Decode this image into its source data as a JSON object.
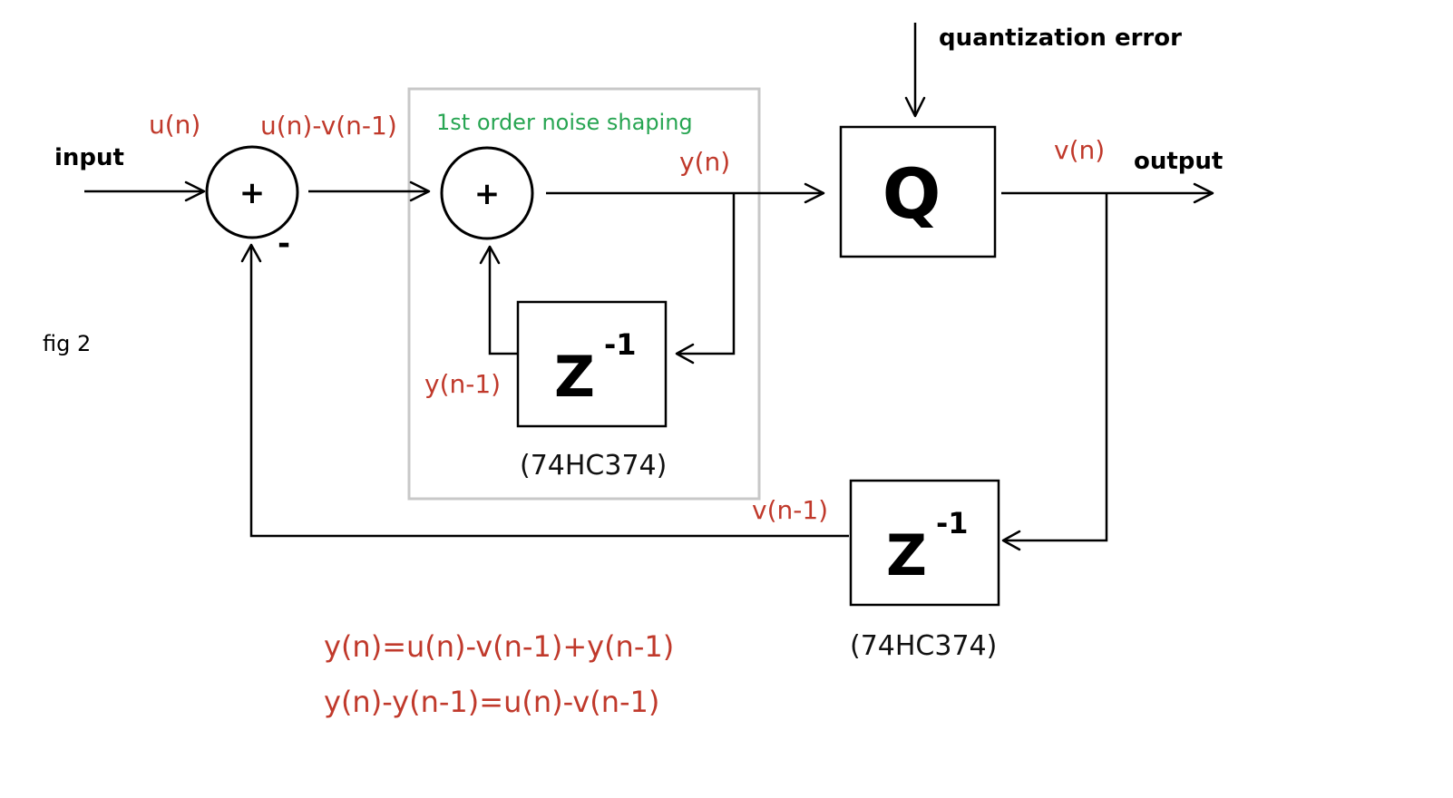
{
  "labels": {
    "input": "input",
    "output": "output",
    "quantization_error": "quantization error",
    "fig": "fig 2",
    "group": "1st order noise shaping"
  },
  "signals": {
    "u": "u(n)",
    "u_minus_v": "u(n)-v(n-1)",
    "y": "y(n)",
    "v": "v(n)",
    "y_prev": "y(n-1)",
    "v_prev": "v(n-1)"
  },
  "blocks": {
    "sum1_sign": "+",
    "sum1_minus": "-",
    "sum2_sign": "+",
    "quantizer": "Q",
    "delay_symbol": "Z",
    "delay_exponent": "-1",
    "delay1_part": "(74HC374)",
    "delay2_part": "(74HC374)"
  },
  "equations": {
    "eq1": "y(n)=u(n)-v(n-1)+y(n-1)",
    "eq2": "y(n)-y(n-1)=u(n)-v(n-1)"
  }
}
